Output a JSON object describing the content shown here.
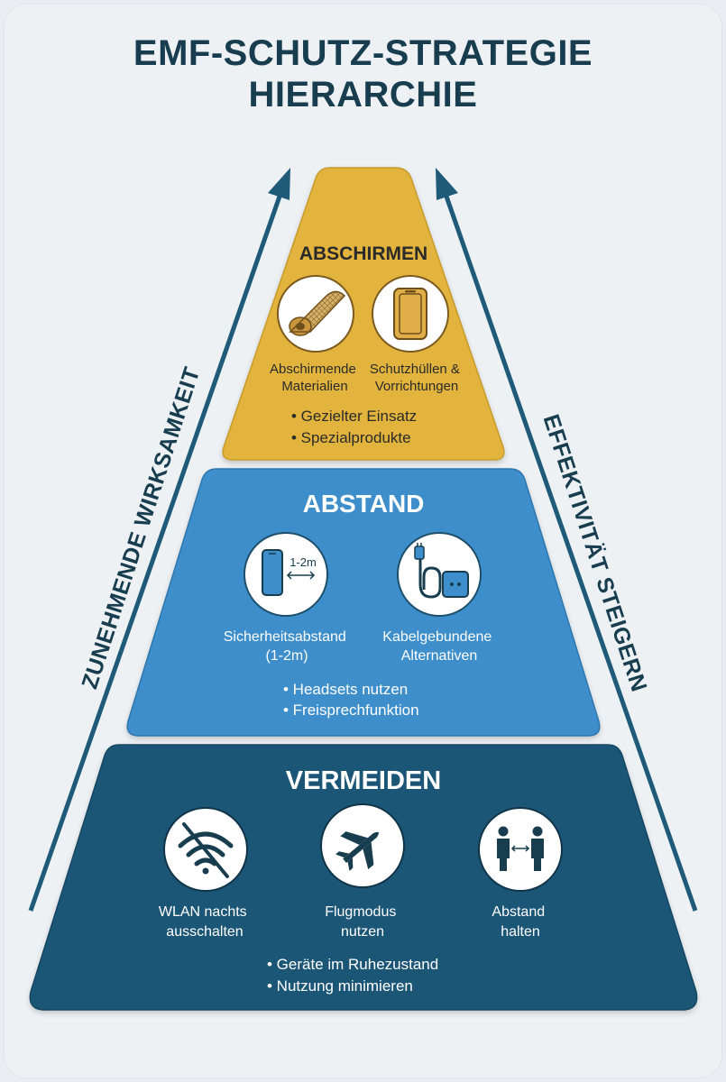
{
  "title": {
    "line1": "EMF-SCHUTZ-STRATEGIE",
    "line2": "HIERARCHIE"
  },
  "side_labels": {
    "left": "ZUNEHMENDE WIRKSAMKEIT",
    "right": "EFFEKTIVITÄT STEIGERN"
  },
  "tiers": {
    "top": {
      "title": "ABSCHIRMEN",
      "items": [
        {
          "icon": "shielding-material-roll-icon",
          "line1": "Abschirmende",
          "line2": "Materialien"
        },
        {
          "icon": "phone-case-icon",
          "line1": "Schutzhüllen &",
          "line2": "Vorrichtungen"
        }
      ],
      "bullets": [
        "• Gezielter Einsatz",
        "• Spezialprodukte"
      ]
    },
    "middle": {
      "title": "ABSTAND",
      "items": [
        {
          "icon": "phone-distance-icon",
          "distance_label": "1-2m",
          "line1": "Sicherheitsabstand",
          "line2": "(1-2m)"
        },
        {
          "icon": "cable-plug-icon",
          "line1": "Kabelgebundene",
          "line2": "Alternativen"
        }
      ],
      "bullets": [
        "• Headsets nutzen",
        "• Freisprechfunktion"
      ]
    },
    "bottom": {
      "title": "VERMEIDEN",
      "items": [
        {
          "icon": "wifi-off-icon",
          "line1": "WLAN nachts",
          "line2": "ausschalten"
        },
        {
          "icon": "airplane-icon",
          "line1": "Flugmodus",
          "line2": "nutzen"
        },
        {
          "icon": "people-distance-icon",
          "line1": "Abstand",
          "line2": "halten"
        }
      ],
      "bullets": [
        "• Geräte im Ruhezustand",
        "• Nutzung minimieren"
      ]
    }
  },
  "colors": {
    "top": "#e2b43c",
    "middle": "#3d8ecb",
    "bottom": "#1b5677",
    "title": "#173d4f",
    "arrow": "#1f5a78"
  }
}
